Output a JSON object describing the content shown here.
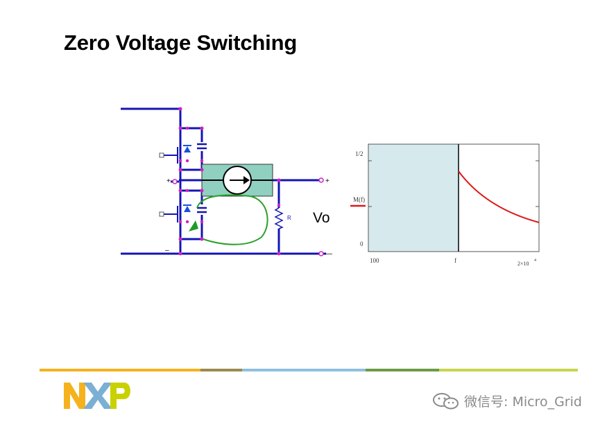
{
  "slide": {
    "title": "Zero Voltage Switching"
  },
  "circuit": {
    "plus_left": "+",
    "plus_right": "+",
    "minus_left": "–",
    "minus_right": "—",
    "resistor_label": "R",
    "output_label": "Vo"
  },
  "plot": {
    "y_top_tick": "1/2",
    "y_bottom_tick": "0",
    "y_label": "M(f)",
    "x_left_tick": "100",
    "x_mid_tick": "f",
    "x_right_tick": "2×10",
    "x_right_exp": "4"
  },
  "footer": {
    "bar_colors": [
      "#f5b21d",
      "#9a8a4c",
      "#8fbfe0",
      "#6b9a46",
      "#c7d64a"
    ],
    "logo_letters": [
      "N",
      "X",
      "P"
    ],
    "logo_colors": [
      "#f5b21d",
      "#7bafd4",
      "#c9d200"
    ],
    "watermark": "微信号: Micro_Grid"
  },
  "colors": {
    "wire": "#1414b4",
    "node": "#d020c0",
    "box": "#8fd0c0",
    "plot_shade": "#d6eaee",
    "curve": "#e01818",
    "loop": "#2aa02a"
  }
}
